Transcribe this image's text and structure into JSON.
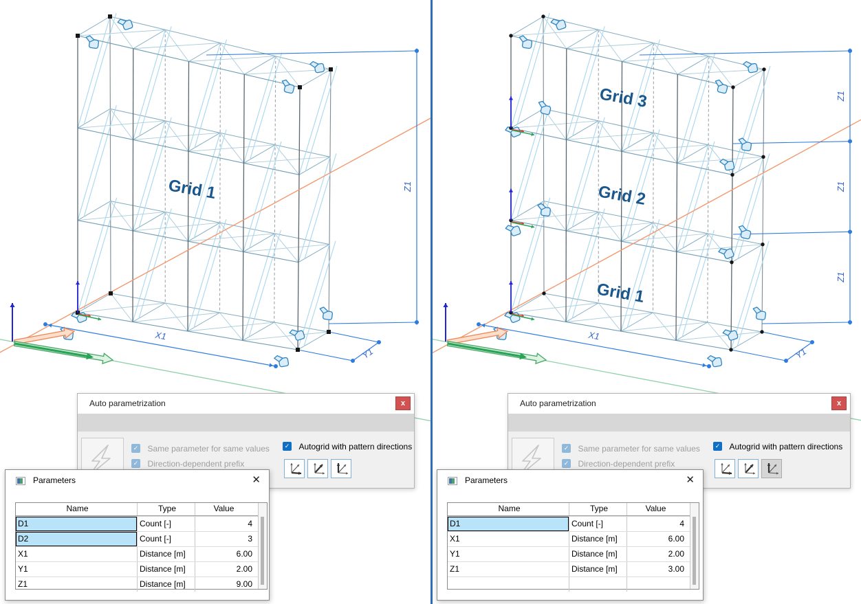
{
  "app": {
    "background": "#ffffff",
    "divider_color": "#2b6fb8"
  },
  "scene": {
    "left_view": {
      "grid_labels": [
        "Grid 1"
      ],
      "x_dim_label": "X1",
      "y_dim_label": "Y1",
      "z_dim_labels": [
        "Z1"
      ]
    },
    "right_view": {
      "grid_labels": [
        "Grid 1",
        "Grid 2",
        "Grid 3"
      ],
      "x_dim_label": "X1",
      "y_dim_label": "Y1",
      "z_dim_labels": [
        "Z1",
        "Z1",
        "Z1"
      ]
    },
    "colors": {
      "dimension": "#2e7ce0",
      "grid_label": "#1a578c",
      "brace": "#a8d7ef",
      "column": "#5c666d",
      "axis_x_line": "#f29a70",
      "axis_y_line": "#90d2ac",
      "node": "#161616",
      "handle_icon_fill": "#daedf8",
      "handle_icon_stroke": "#2d84c1"
    },
    "icon_names": [
      "grid-handle-icon",
      "origin-axes-icon",
      "node-marker"
    ]
  },
  "autoparam": {
    "title": "Auto parametrization",
    "close_label": "x",
    "icon": "lightning-icon",
    "checkboxes": [
      {
        "id": "same_parameter",
        "label": "Same parameter for same values",
        "checked": true,
        "disabled": true
      },
      {
        "id": "direction_prefix",
        "label": "Direction-dependent prefix",
        "checked": true,
        "disabled": true
      },
      {
        "id": "autogrid",
        "label": "Autogrid with pattern directions",
        "checked": true,
        "disabled": false
      }
    ],
    "direction_buttons": [
      {
        "icon": "axis-x-bold-icon"
      },
      {
        "icon": "axis-y-bold-icon"
      },
      {
        "icon": "axis-z-bold-icon"
      }
    ],
    "instances": {
      "left": {
        "pressed": [
          false,
          false,
          false
        ]
      },
      "right": {
        "pressed": [
          false,
          false,
          true
        ]
      }
    }
  },
  "parameters": {
    "title": "Parameters",
    "close_label": "✕",
    "columns": [
      "Name",
      "Type",
      "Value"
    ],
    "left": {
      "rows": [
        {
          "name": "D1",
          "type": "Count [-]",
          "value": "4",
          "selected": true
        },
        {
          "name": "D2",
          "type": "Count [-]",
          "value": "3",
          "selected": true
        },
        {
          "name": "X1",
          "type": "Distance [m]",
          "value": "6.00",
          "selected": false
        },
        {
          "name": "Y1",
          "type": "Distance [m]",
          "value": "2.00",
          "selected": false
        },
        {
          "name": "Z1",
          "type": "Distance [m]",
          "value": "9.00",
          "selected": false
        }
      ]
    },
    "right": {
      "rows": [
        {
          "name": "D1",
          "type": "Count [-]",
          "value": "4",
          "selected": true
        },
        {
          "name": "X1",
          "type": "Distance [m]",
          "value": "6.00",
          "selected": false
        },
        {
          "name": "Y1",
          "type": "Distance [m]",
          "value": "2.00",
          "selected": false
        },
        {
          "name": "Z1",
          "type": "Distance [m]",
          "value": "3.00",
          "selected": false
        },
        {
          "name": "",
          "type": "",
          "value": "",
          "selected": false
        }
      ]
    }
  }
}
